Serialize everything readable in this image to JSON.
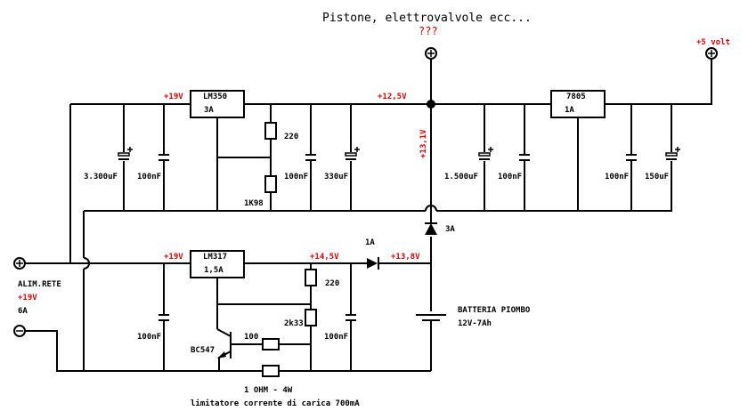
{
  "title": "Pistone, elettrovalvole ecc...",
  "load_voltage": "???",
  "five_volt_label": "+5 volt",
  "colors": {
    "wire": "#000000",
    "voltage_label": "#e00000",
    "background": "#ffffff"
  },
  "regulators": {
    "lm350": {
      "name": "LM350",
      "current": "3A",
      "input_voltage": "+19V",
      "output_voltage": "+12,5V"
    },
    "r7805": {
      "name": "7805",
      "current": "1A"
    },
    "lm317": {
      "name": "LM317",
      "current": "1,5A",
      "input_voltage": "+19V",
      "output_voltage": "+14,5V"
    }
  },
  "top_section": {
    "caps_in": [
      "3.300uF",
      "100nF"
    ],
    "resistors": [
      "220",
      "1K98"
    ],
    "caps_out": [
      "100nF",
      "330uF"
    ],
    "vertical_voltage": "+13,1V",
    "caps_7805_in": [
      "1.500uF",
      "100nF"
    ],
    "caps_7805_out": [
      "100nF",
      "150uF"
    ]
  },
  "diodes": {
    "upper": "3A",
    "lower": "1A"
  },
  "charge_node_voltage": "+13,8V",
  "mains_input": {
    "label": "ALIM.RETE",
    "voltage": "+19V",
    "current": "6A",
    "plus_icon": "plus-terminal",
    "minus_icon": "minus-terminal"
  },
  "bottom_section": {
    "cap_in": "100nF",
    "resistors": [
      "220",
      "2k33",
      "100"
    ],
    "cap_out": "100nF",
    "transistor": "BC547",
    "sense_resistor": "1 OHM - 4W",
    "sense_note": "limitatore corrente di carica 700mA"
  },
  "battery": {
    "type": "BATTERIA PIOMBO",
    "rating": "12V-7Ah"
  }
}
